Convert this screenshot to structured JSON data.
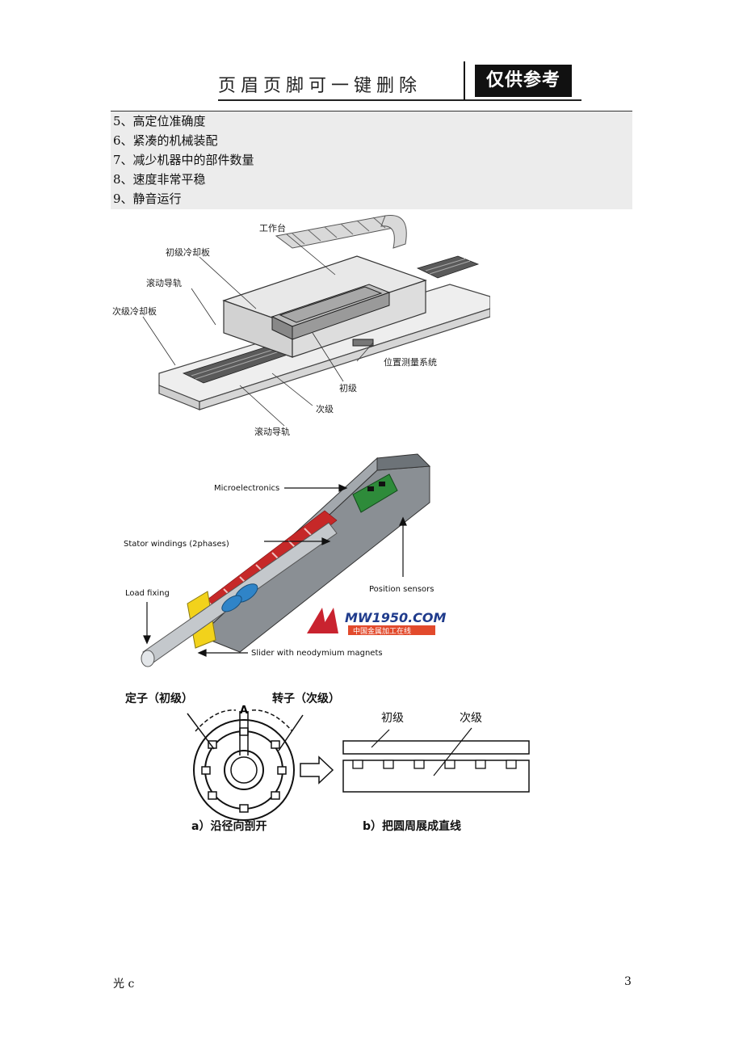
{
  "header": {
    "title": "页眉页脚可一键删除",
    "badge": "仅供参考"
  },
  "list": [
    "5、高定位准确度",
    "6、紧凑的机械装配",
    "7、减少机器中的部件数量",
    "8、速度非常平稳",
    "9、静音运行"
  ],
  "figure1": {
    "labels": {
      "worktable": "工作台",
      "primary_cooling": "初级冷却板",
      "rolling_guide_top": "滚动导轨",
      "secondary_cooling": "次级冷却板",
      "position_system": "位置测量系统",
      "primary": "初级",
      "secondary": "次级",
      "rolling_guide_bottom": "滚动导轨"
    }
  },
  "figure2": {
    "labels": {
      "microelectronics": "Microelectronics",
      "stator": "Stator windings (2phases)",
      "load": "Load fixing",
      "position_sensors": "Position sensors",
      "slider": "Slider with neodymium magnets"
    },
    "watermark_logo": "MW1950.COM",
    "watermark_sub": "中国金属加工在线"
  },
  "figure3": {
    "labels": {
      "stator": "定子（初级）",
      "rotor": "转子（次级）",
      "a_mark": "A",
      "primary": "初级",
      "secondary": "次级",
      "caption_a": "a）沿径向剖开",
      "caption_b": "b）把圆周展成直线"
    }
  },
  "footer": {
    "left": "光 c",
    "page": "3"
  }
}
